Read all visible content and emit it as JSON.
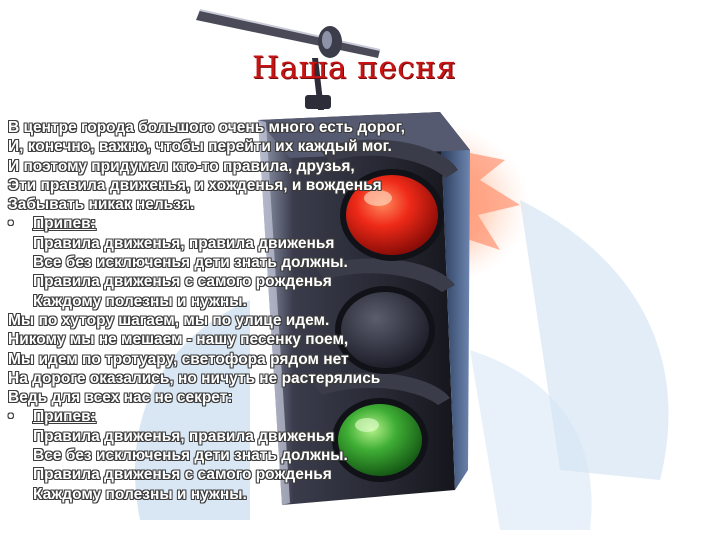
{
  "slide": {
    "title": "Наша песня",
    "verse1": [
      "В центре города большого очень много есть дорог,",
      "И, конечно, важно, чтобы перейти их каждый мог.",
      "И поэтому придумал кто-то правила, друзья,",
      "Эти правила движенья, и хожденья, и вожденья",
      "Забывать никак нельзя."
    ],
    "chorus1": {
      "bullet": "•",
      "title": "Припев:",
      "lines": [
        "Правила движенья, правила движенья",
        "Все без исключенья дети знать должны.",
        "Правила движенья с самого рожденья",
        "Каждому полезны и нужны."
      ]
    },
    "verse2": [
      "Мы по хутору шагаем, мы по улице идем.",
      "Никому мы не мешаем - нашу песенку поем,",
      "Мы идем по тротуару, светофора рядом нет",
      "На дороге оказались, но ничуть не растерялись",
      "Ведь для всех нас не секрет:"
    ],
    "chorus2": {
      "bullet": "•",
      "title": "Припев:",
      "lines": [
        "Правила движенья, правила движенья",
        "Все без исключенья дети знать должны.",
        "Правила движенья с самого рожденья",
        "Каждому полезны и нужны."
      ]
    }
  },
  "colors": {
    "title": "#c81414",
    "traffic_light_body": "#2a2a3a",
    "red_lamp": "#e8231a",
    "yellow_lamp": "#2e2e3a",
    "green_lamp": "#3aa83a",
    "text_outline": "#3c3c3c"
  },
  "icons": {
    "illustration": "traffic-light-icon"
  }
}
